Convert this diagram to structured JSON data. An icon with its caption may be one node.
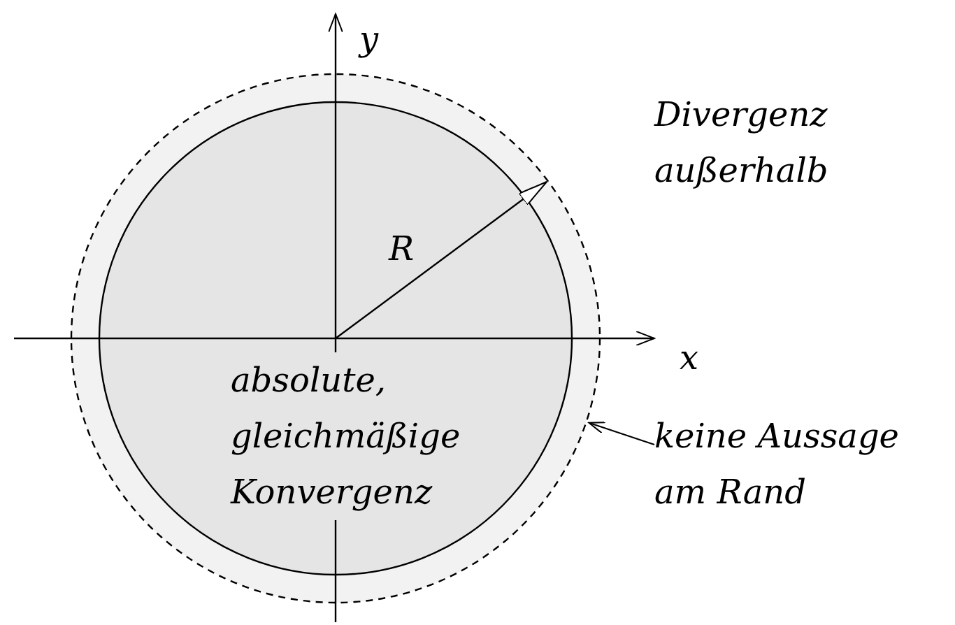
{
  "diagram": {
    "nodes": [
      {
        "text": [],
        "shape": "circle"
      },
      {
        "text": [
          "absolute, gleichmäßige Konvergenz"
        ],
        "in": 0
      },
      {
        "text": [
          "keine Aussage am Rand"
        ]
      }
    ],
    "edges": [
      {
        "from": 2,
        "to": 0,
        "arrow": "to"
      }
    ],
    "labels": [
      "y",
      "Divergenz außerhalb",
      "R",
      "x"
    ]
  }
}
